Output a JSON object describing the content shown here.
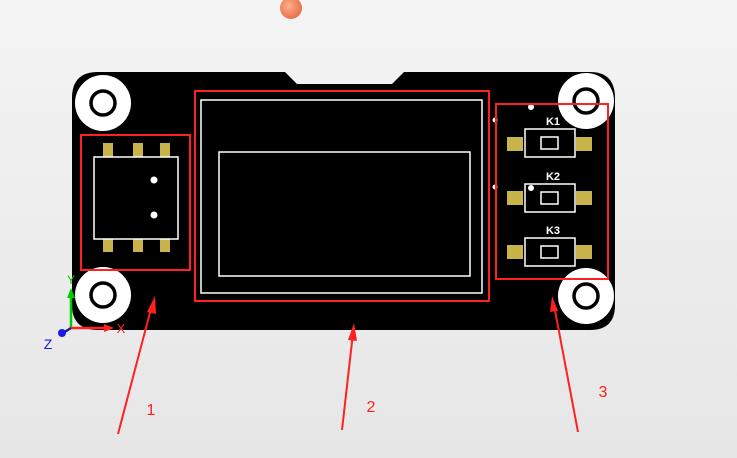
{
  "board": {
    "buttons": [
      {
        "label": "K1"
      },
      {
        "label": "K2"
      },
      {
        "label": "K3"
      }
    ]
  },
  "axes": {
    "x": "X",
    "y": "Y",
    "z": "Z"
  },
  "annotations": [
    {
      "label": "1"
    },
    {
      "label": "2"
    },
    {
      "label": "3"
    }
  ],
  "colors": {
    "board": "#000000",
    "highlight": "#ff2020",
    "pad": "#c8b44a",
    "background": "#eeeeee"
  }
}
